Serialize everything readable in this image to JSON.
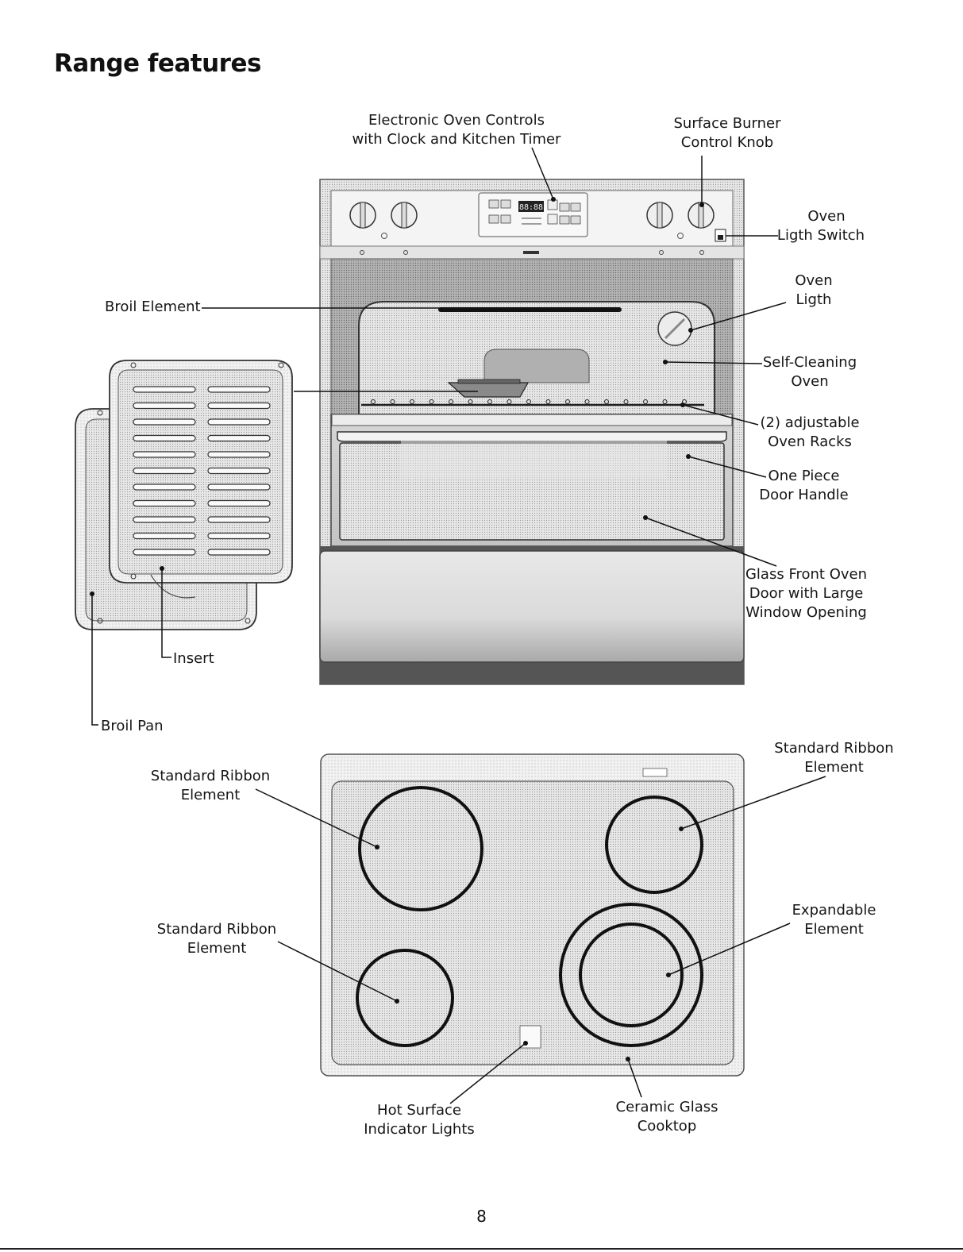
{
  "page": {
    "title": "Range features",
    "page_number": "8"
  },
  "labels": {
    "electronic_controls": [
      "Electronic Oven Controls",
      "with Clock and Kitchen Timer"
    ],
    "surface_burner_knob": [
      "Surface Burner",
      "Control Knob"
    ],
    "oven_light_switch": [
      "Oven",
      "Ligth Switch"
    ],
    "oven_light": [
      "Oven",
      "Ligth"
    ],
    "broil_element": "Broil Element",
    "self_cleaning_oven": [
      "Self-Cleaning",
      "Oven"
    ],
    "oven_racks": [
      "(2) adjustable",
      "Oven Racks"
    ],
    "door_handle": [
      "One Piece",
      "Door Handle"
    ],
    "glass_front_door": [
      "Glass Front Oven",
      "Door with Large",
      "Window Opening"
    ],
    "insert": "Insert",
    "broil_pan": "Broil Pan",
    "ribbon_top_left": [
      "Standard Ribbon",
      "Element"
    ],
    "ribbon_top_right": [
      "Standard Ribbon",
      "Element"
    ],
    "ribbon_bottom_left": [
      "Standard Ribbon",
      "Element"
    ],
    "expandable_element": [
      "Expandable",
      "Element"
    ],
    "hot_surface_lights": [
      "Hot Surface",
      "Indicator Lights"
    ],
    "ceramic_cooktop": [
      "Ceramic Glass",
      "Cooktop"
    ]
  },
  "control_panel": {
    "display_text": "88:88"
  }
}
